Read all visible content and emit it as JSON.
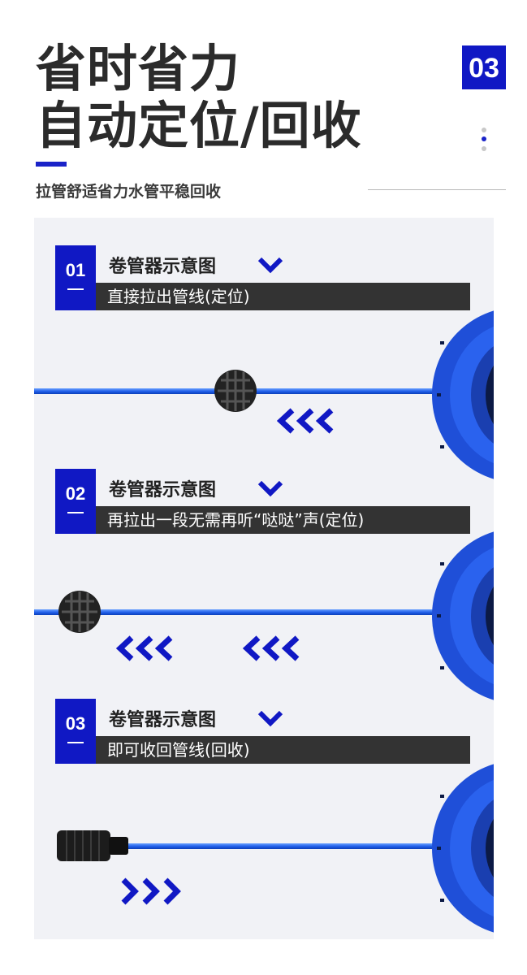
{
  "header": {
    "title_line1": "省时省力",
    "title_line2": "自动定位/回收",
    "subtitle": "拉管舒适省力水管平稳回收",
    "page_number": "03"
  },
  "steps": [
    {
      "number": "01",
      "label": "卷管器示意图",
      "description": "直接拉出管线(定位)"
    },
    {
      "number": "02",
      "label": "卷管器示意图",
      "description": "再拉出一段无需再听“哒哒”声(定位)"
    },
    {
      "number": "03",
      "label": "卷管器示意图",
      "description": "即可收回管线(回收)"
    }
  ],
  "colors": {
    "accent": "#1018c4",
    "hose": "#1d5ce8",
    "reel": "#1f4fd8",
    "desc_bar": "#333333",
    "panel": "#f1f2f6"
  },
  "icons": [
    "chevron-down-icon",
    "hose-reel-icon",
    "hose-stopper-ball-icon",
    "hose-end-nozzle-icon",
    "left-arrows-icon",
    "right-arrows-icon"
  ]
}
